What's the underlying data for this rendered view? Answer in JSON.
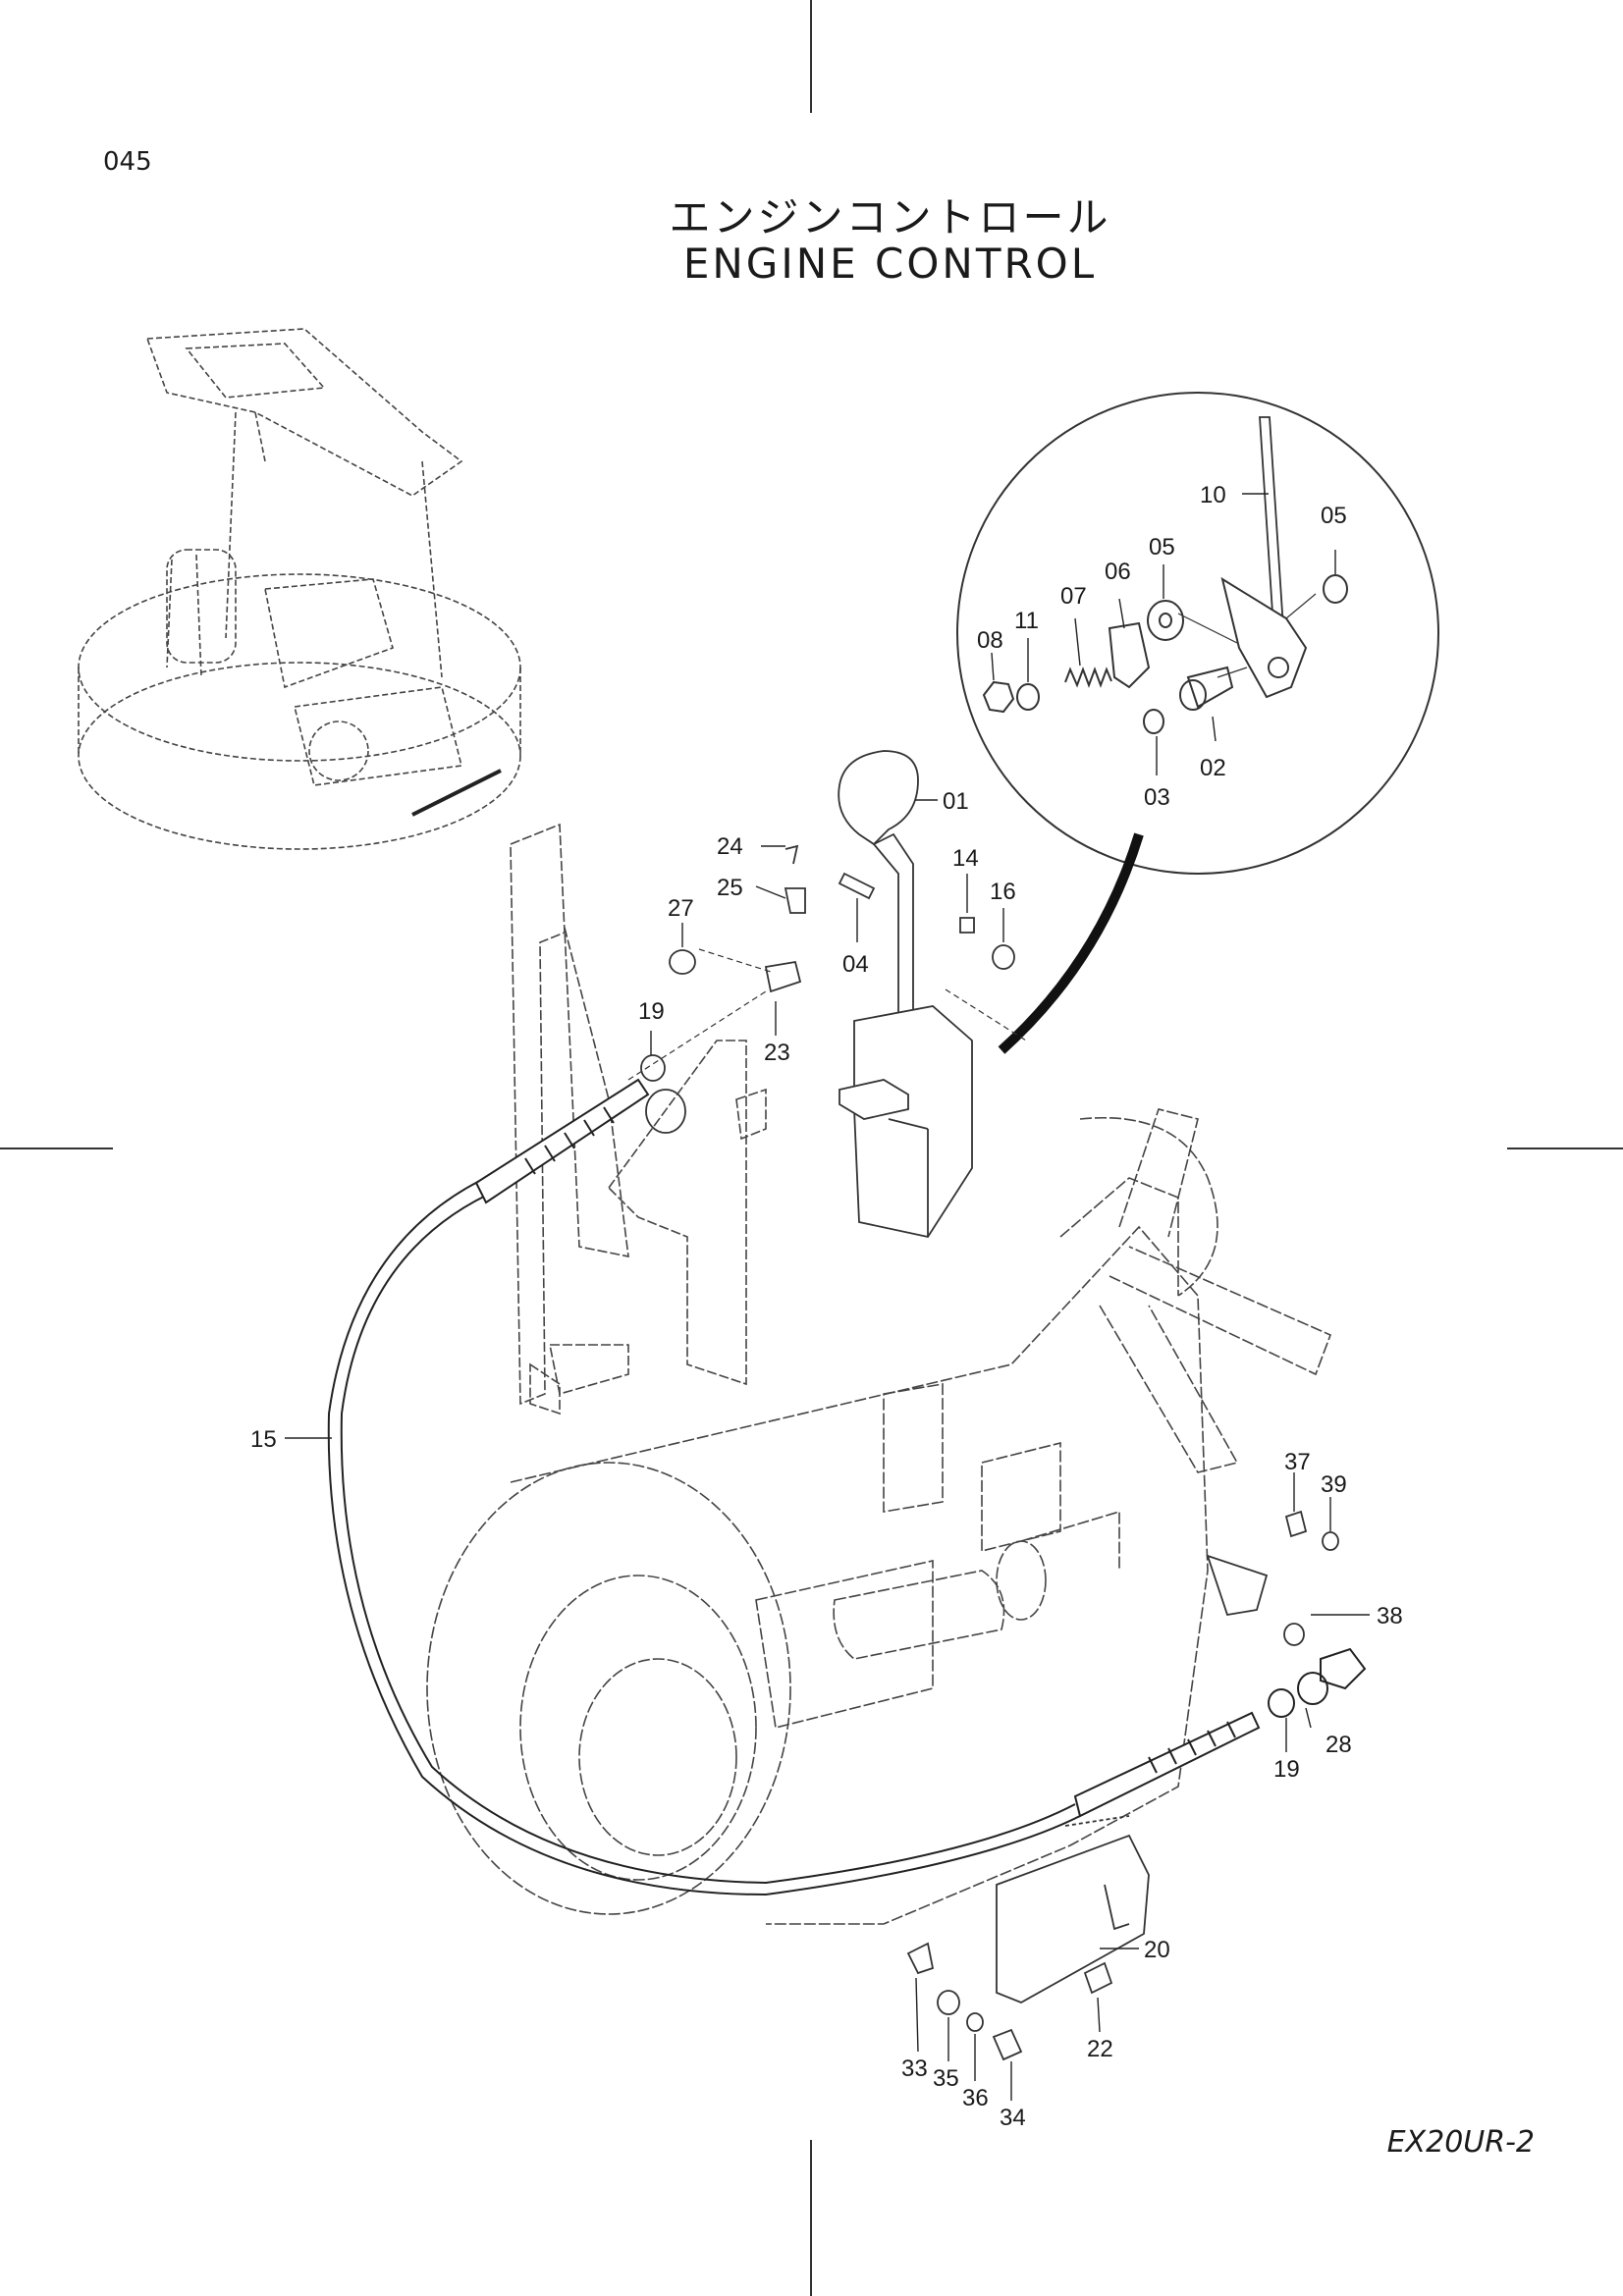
{
  "header": {
    "page_number": "045",
    "title_ja": "エンジンコントロール",
    "title_en": "ENGINE CONTROL"
  },
  "footer": {
    "model": "EX20UR-2"
  },
  "callouts": {
    "p01": "01",
    "p02": "02",
    "p03": "03",
    "p04": "04",
    "p05a": "05",
    "p05b": "05",
    "p06": "06",
    "p07": "07",
    "p08": "08",
    "p10": "10",
    "p11": "11",
    "p14": "14",
    "p15": "15",
    "p16": "16",
    "p19a": "19",
    "p19b": "19",
    "p20": "20",
    "p22": "22",
    "p23": "23",
    "p24": "24",
    "p25": "25",
    "p27": "27",
    "p28": "28",
    "p33": "33",
    "p34": "34",
    "p35": "35",
    "p36": "36",
    "p37": "37",
    "p38": "38",
    "p39": "39"
  }
}
